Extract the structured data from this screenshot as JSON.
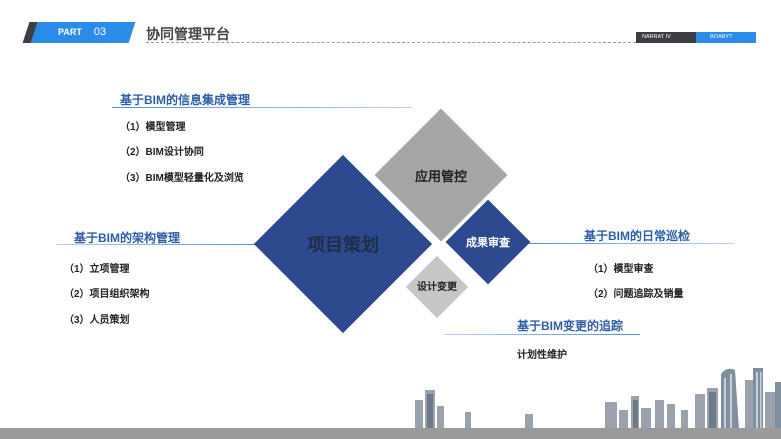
{
  "header": {
    "part_label": "PART",
    "part_number": "03",
    "title": "协同管理平台",
    "badge_left": "NARRAT IV",
    "badge_right": "BOARYT"
  },
  "sections": {
    "info": {
      "title": "基于BIM的信息集成管理",
      "items": [
        "（1）模型管理",
        "（2）BIM设计协同",
        "（3）BIM模型轻量化及浏览"
      ]
    },
    "arch": {
      "title": "基于BIM的架构管理",
      "items": [
        "（1）立项管理",
        "（2）项目组织架构",
        "（3）人员策划"
      ]
    },
    "patrol": {
      "title": "基于BIM的日常巡检",
      "items": [
        "（1）模型审查",
        "（2）问题追踪及销量"
      ]
    },
    "change": {
      "title": "基于BIM变更的追踪",
      "items": [
        "计划性维护"
      ]
    }
  },
  "diamonds": {
    "main": "项目策划",
    "app": "应用管控",
    "result": "成果审查",
    "design": "设计变更"
  },
  "colors": {
    "accent_blue": "#2a8ce8",
    "navy": "#2c4a8d",
    "heading_blue": "#2e5ea6",
    "gray": "#a6a6a6"
  }
}
